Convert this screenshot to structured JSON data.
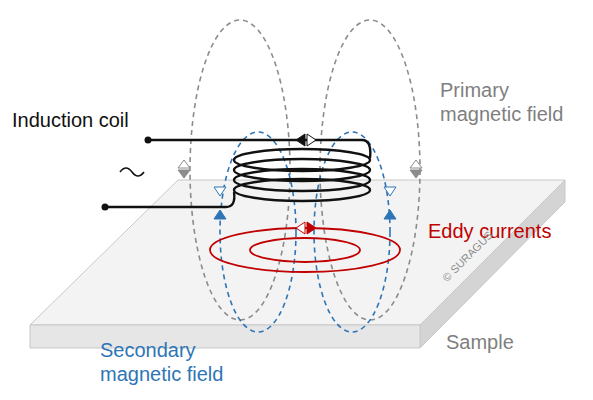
{
  "diagram": {
    "labels": [
      "Primary magnetic field",
      "Induction coil",
      "Eddy currents",
      "Sample",
      "Secondary magnetic field",
      "© SURAGUS"
    ]
  }
}
